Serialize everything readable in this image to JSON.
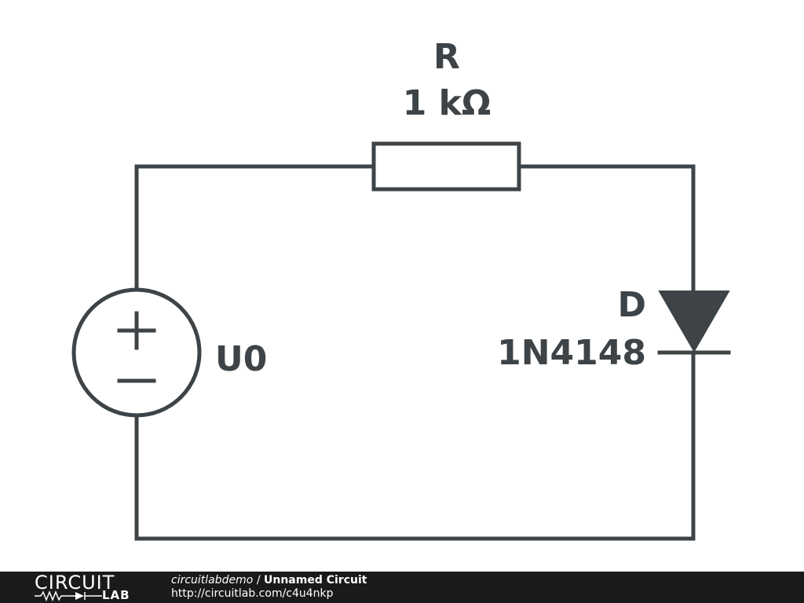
{
  "diagram": {
    "colors": {
      "stroke": "#3d4346",
      "fill": "#3d4346",
      "background": "#ffffff"
    },
    "components": {
      "resistor": {
        "name": "R",
        "value": "1 kΩ"
      },
      "source": {
        "name": "U0"
      },
      "diode": {
        "name": "D",
        "part": "1N4148"
      }
    }
  },
  "footer": {
    "logo_top": "CIRCUIT",
    "logo_bottom": "LAB",
    "user": "circuitlabdemo",
    "separator": "/",
    "title": "Unnamed Circuit",
    "url": "http://circuitlab.com/c4u4nkp"
  }
}
